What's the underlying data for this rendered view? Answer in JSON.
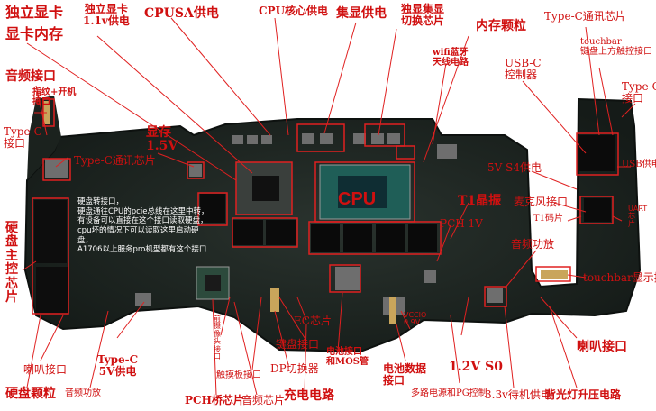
{
  "labels": {
    "gpu_title": "独立显卡",
    "gpu_mem": "显卡内存",
    "gpu_power": "独立显卡\n1.1v供电",
    "cpusa": "CPUSA供电",
    "cpu_core": "CPU核心供电",
    "igpu": "集显供电",
    "switch_chip": "独显集显\n切换芯片",
    "ram": "内存颗粒",
    "typec_chip_top": "Type-C通讯芯片",
    "touchbar_power": "touchbar\n键盘上方触控接口",
    "audio_port": "音频接口",
    "fingerprint": "指纹+开机\n接口",
    "typec_left": "Type-C\n接口",
    "typec_chip_left": "Type-C通讯芯片",
    "vram_15": "显存\n1.5V",
    "wifi": "wifi蓝牙\n天线电路",
    "usbc_ctrl": "USB-C\n控制器",
    "typec_right": "Type-C\n接口",
    "usb_power": "USB供电",
    "v5_s4": "5V S4供电",
    "mic": "麦克风接口",
    "t1_chip": "T1码片",
    "uart": "UART芯片",
    "pch_1v": "PCH 1V",
    "t1_osc": "T1晶振",
    "cpu": "CPU",
    "audio_amp_right": "音频功放",
    "touchbar_display": "touchbar显示接口",
    "ssd_chip": "硬盘主控芯片",
    "camera": "前摄像头接口",
    "ec": "EC芯片",
    "battery_mos": "电池接口\n和MOS管",
    "vccio": "VCCIO 0.9V",
    "v12_s0": "1.2V S0",
    "speaker_right": "喇叭接口",
    "typec_5v": "Type-C\n5V供电",
    "speaker_left": "喇叭接口",
    "keyboard": "键盘接口",
    "trackpad": "触摸板接口",
    "dp": "DP切换器",
    "battery_data": "电池数据\n接口",
    "multi_power": "多路电源和PG控制",
    "v33": "3.3v待机供电",
    "backlight": "背光灯升压电路",
    "ssd_nand": "硬盘颗粒",
    "audio_amp_left": "音频功放",
    "pch": "PCH桥芯片",
    "audio_chip": "音频芯片",
    "charging": "充电电路"
  },
  "board_note": "硬盘转接口，\n硬盘通往CPU的pcie总线在这里中转，\n有设备可以直接在这个接口读取硬盘，\ncpu坏的情况下可以读取这里启动硬盘，\nA1706以上服务pro机型都有这个接口",
  "colors": {
    "label": "#d01010",
    "line": "#e02020",
    "board": "#1e2622"
  }
}
